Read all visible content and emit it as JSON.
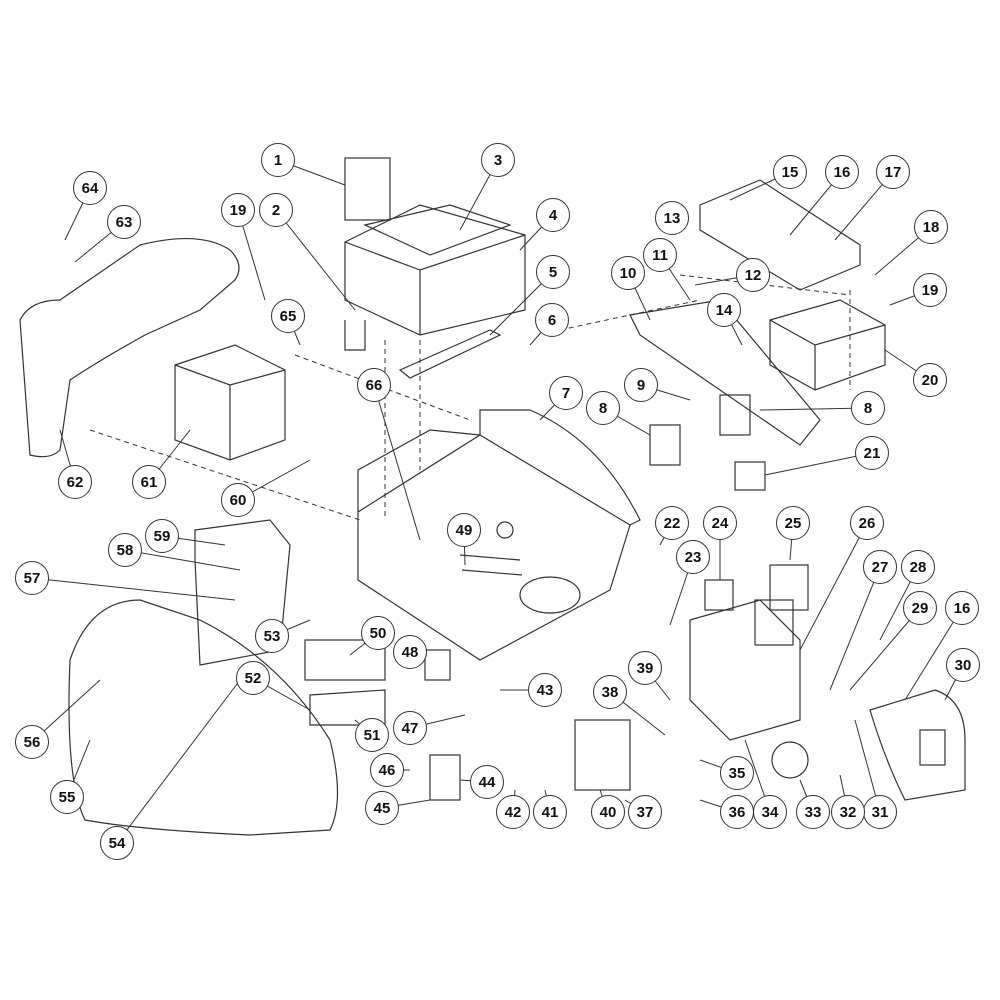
{
  "title": "Exploded parts diagram",
  "callouts": [
    "1",
    "2",
    "3",
    "4",
    "5",
    "6",
    "7",
    "8",
    "8",
    "9",
    "10",
    "11",
    "12",
    "13",
    "14",
    "15",
    "16",
    "17",
    "18",
    "19",
    "19",
    "20",
    "21",
    "22",
    "23",
    "24",
    "25",
    "26",
    "27",
    "28",
    "29",
    "16",
    "30",
    "31",
    "32",
    "33",
    "34",
    "35",
    "36",
    "37",
    "38",
    "39",
    "40",
    "41",
    "42",
    "43",
    "44",
    "45",
    "46",
    "47",
    "48",
    "49",
    "50",
    "51",
    "52",
    "53",
    "54",
    "55",
    "56",
    "57",
    "58",
    "59",
    "60",
    "61",
    "62",
    "63",
    "64",
    "65",
    "66"
  ],
  "colors": {
    "line": "#333333",
    "background": "#ffffff"
  }
}
